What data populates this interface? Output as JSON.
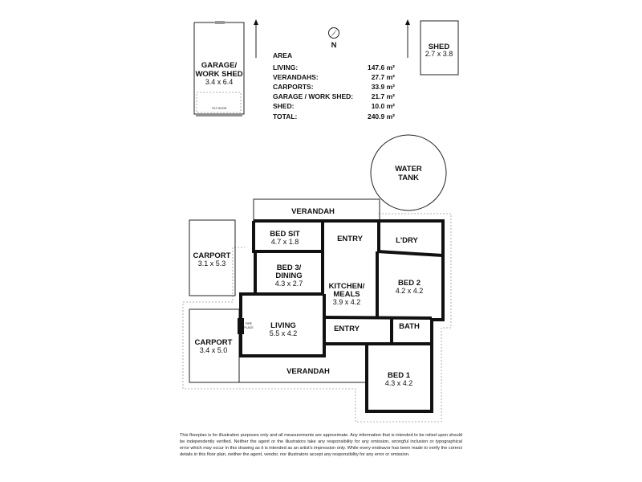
{
  "compass": {
    "label": "N"
  },
  "outbuildings": {
    "garage": {
      "name1": "GARAGE/",
      "name2": "WORK SHED",
      "size": "3.4 x 6.4",
      "door": "TILT DOOR"
    },
    "shed": {
      "name": "SHED",
      "size": "2.7 x 3.8"
    },
    "water_tank": {
      "name1": "WATER",
      "name2": "TANK"
    }
  },
  "area": {
    "title": "AREA",
    "rows": [
      {
        "label": "LIVING:",
        "value": "147.6 m²"
      },
      {
        "label": "VERANDAHS:",
        "value": "27.7 m²"
      },
      {
        "label": "CARPORTS:",
        "value": "33.9 m²"
      },
      {
        "label": "GARAGE / WORK SHED:",
        "value": "21.7 m²"
      },
      {
        "label": "SHED:",
        "value": "10.0 m²"
      }
    ],
    "total": {
      "label": "TOTAL:",
      "value": "240.9 m²"
    }
  },
  "rooms": {
    "verandah_top": {
      "name": "VERANDAH"
    },
    "bed_sit": {
      "name": "BED SIT",
      "size": "4.7 x 1.8"
    },
    "entry_top": {
      "name": "ENTRY"
    },
    "laundry": {
      "name": "L'DRY"
    },
    "carport_1": {
      "name": "CARPORT",
      "size": "3.1 x 5.3"
    },
    "bed3": {
      "name1": "BED 3/",
      "name2": "DINING",
      "size": "4.3 x 2.7"
    },
    "kitchen": {
      "name1": "KITCHEN/",
      "name2": "MEALS",
      "size": "3.9 x 4.2"
    },
    "bed2": {
      "name": "BED 2",
      "size": "4.2 x 4.2"
    },
    "living": {
      "name": "LIVING",
      "size": "5.5 x 4.2",
      "fireplace1": "FIRE",
      "fireplace2": "PLACE"
    },
    "entry_lower": {
      "name": "ENTRY"
    },
    "bath": {
      "name": "BATH"
    },
    "carport_2": {
      "name": "CARPORT",
      "size": "3.4 x 5.0"
    },
    "verandah_bottom": {
      "name": "VERANDAH"
    },
    "bed1": {
      "name": "BED 1",
      "size": "4.3 x 4.2"
    }
  },
  "disclaimer": "This floorplan is for illustration purposes only and all measurements are approximate. Any information that is intended to be relied upon should be independently verified. Neither the agent or the illustrators take any responsibility for any omission, wrongful inclusion or typographical error which may occur in this drawing as it is intended as an artist's impression only. While every endeavor has been made to verify the correct details in this floor plan, neither the agent, vendor, nor illustrators accept any responsibility for any error or omission."
}
